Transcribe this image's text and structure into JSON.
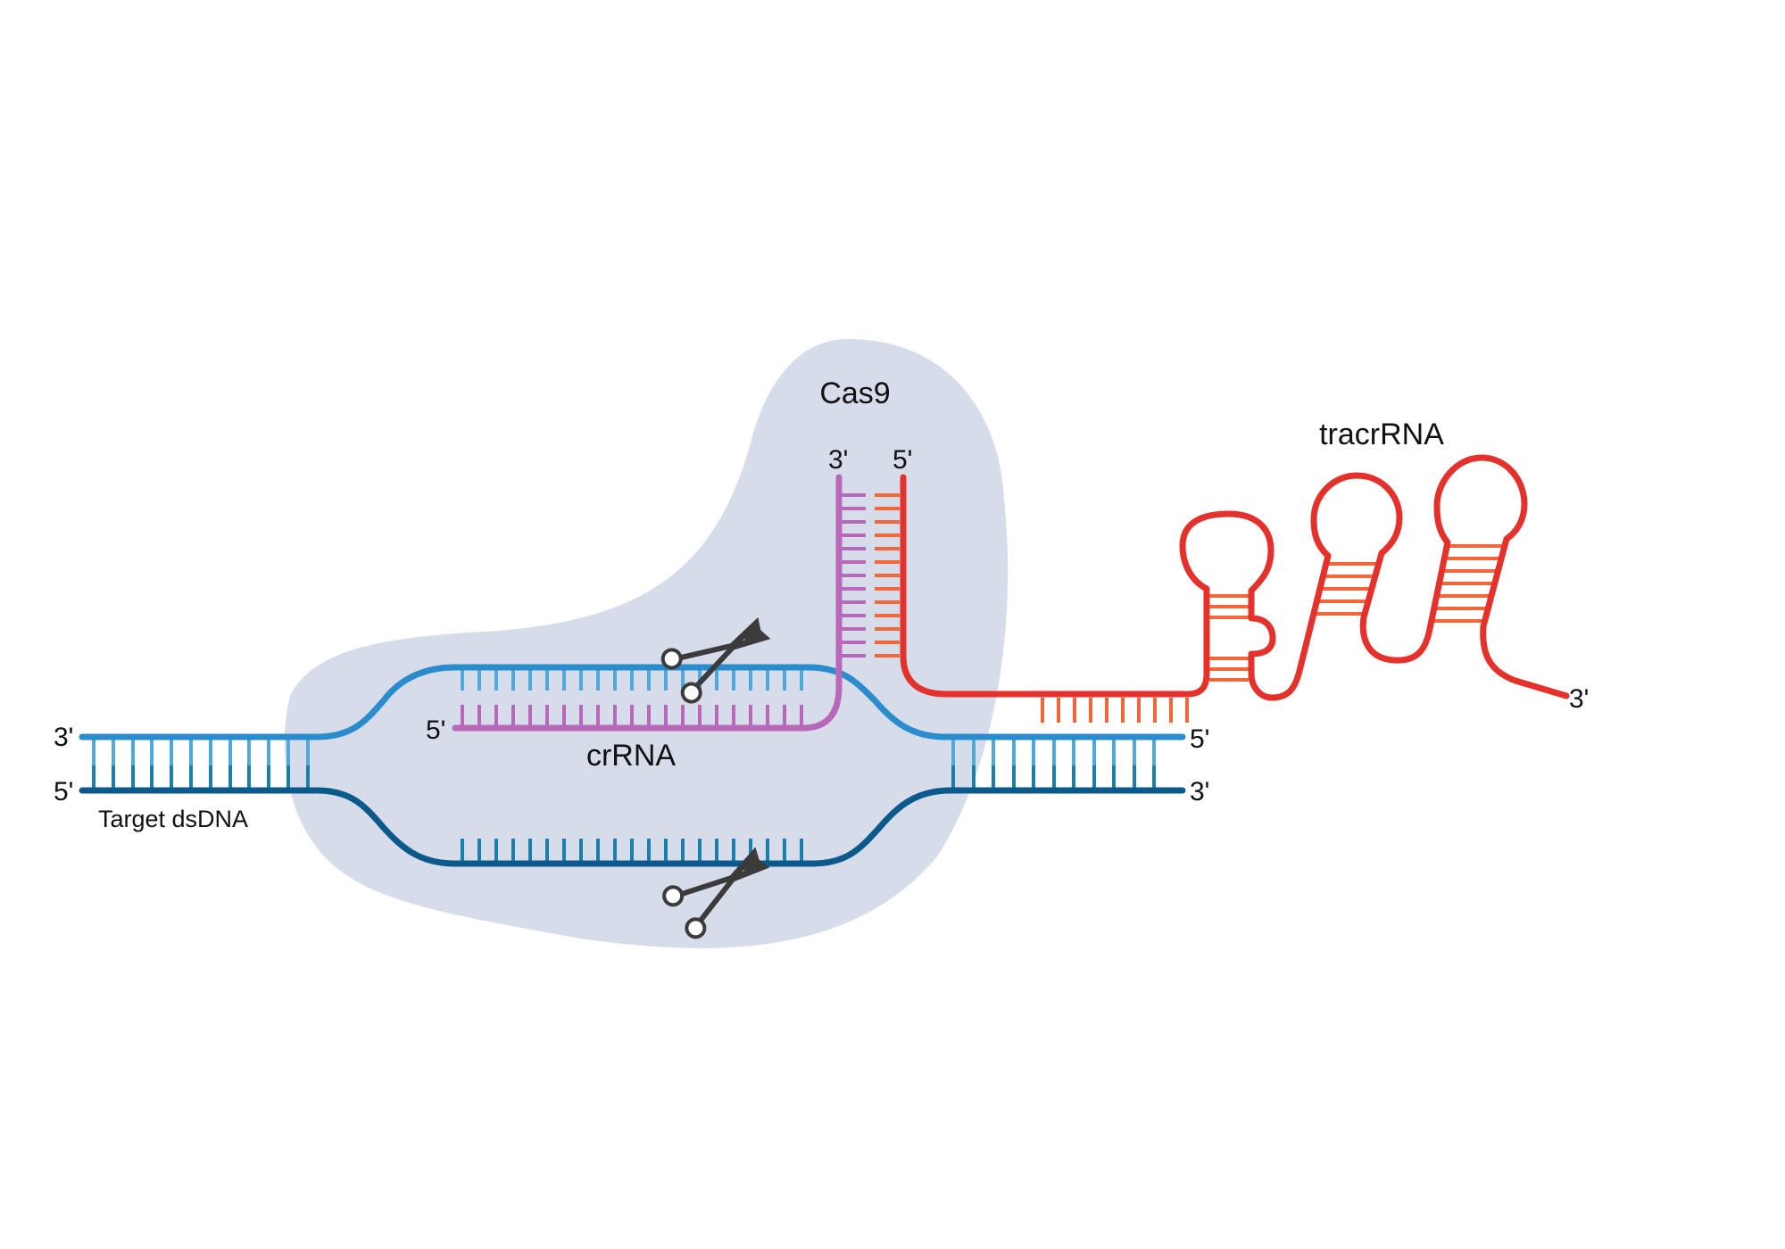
{
  "labels": {
    "cas9": "Cas9",
    "tracrrna": "tracrRNA",
    "crrna": "crRNA",
    "target": "Target dsDNA",
    "dna_top_left": "3'",
    "dna_bottom_left": "5'",
    "dna_top_right": "5'",
    "dna_bottom_right": "3'",
    "crrna_5prime": "5'",
    "crrna_3prime": "3'",
    "tracr_5prime": "5'",
    "tracr_3prime": "3'"
  },
  "colors": {
    "cas9_fill": "#d7dceb",
    "dna_top": "#2a8ccd",
    "dna_bottom": "#0c5a8c",
    "dna_rung_top": "#4ea8dc",
    "dna_rung_bottom": "#1b7fab",
    "crrna": "#b768b8",
    "tracrrna": "#e4312b",
    "tracr_rungs": "#f2673a",
    "scissors": "#3b3b3b"
  },
  "icons": [
    "scissors-icon",
    "scissors-icon"
  ]
}
